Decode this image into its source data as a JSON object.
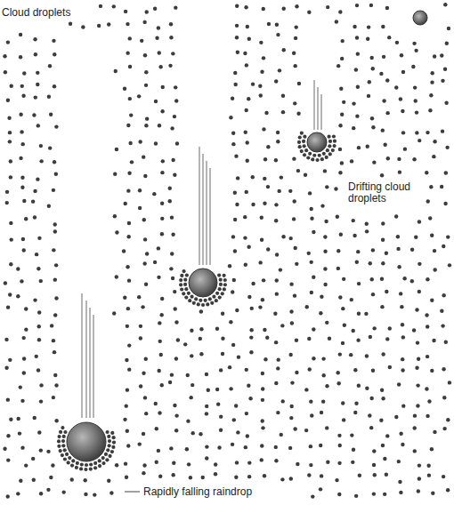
{
  "diagram": {
    "labels": [
      "Cloud droplets",
      "Drifting cloud droplets",
      "Rapidly falling raindrop"
    ]
  }
}
